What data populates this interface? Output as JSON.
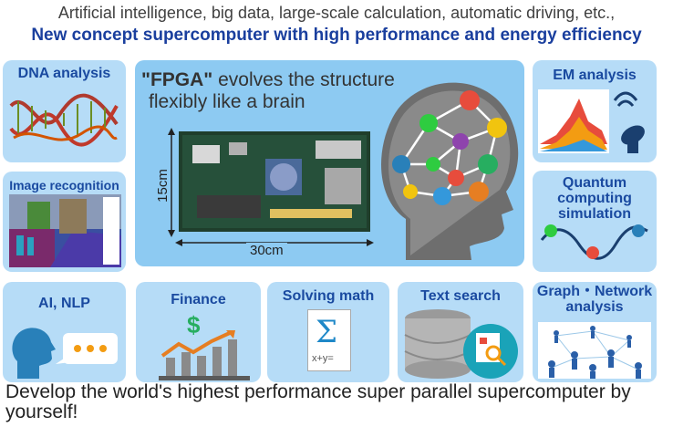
{
  "header": {
    "line1": "Artificial intelligence, big data, large-scale calculation, automatic driving, etc.,",
    "line2": "New concept supercomputer with high performance and energy efficiency"
  },
  "fpga": {
    "title_bold": "\"FPGA\"",
    "title_rest": " evolves the structure",
    "title_line2": "flexibly like a brain",
    "height_label": "15cm",
    "width_label": "30cm"
  },
  "cards": {
    "dna": "DNA analysis",
    "image": "Image recognition",
    "em": "EM analysis",
    "quantum": "Quantum computing simulation",
    "ai": "AI,  NLP",
    "finance": "Finance",
    "math": "Solving math",
    "text": "Text search",
    "graph": "Graph・Network analysis"
  },
  "icons": {
    "dollar": "$",
    "sigma": "Σ",
    "equation": "x+y="
  },
  "footer": "Develop the world's highest performance super parallel supercomputer by yourself!",
  "colors": {
    "card_bg": "#b6dcf7",
    "title_blue": "#1a4aa0",
    "header_blue": "#1a3f9e"
  }
}
